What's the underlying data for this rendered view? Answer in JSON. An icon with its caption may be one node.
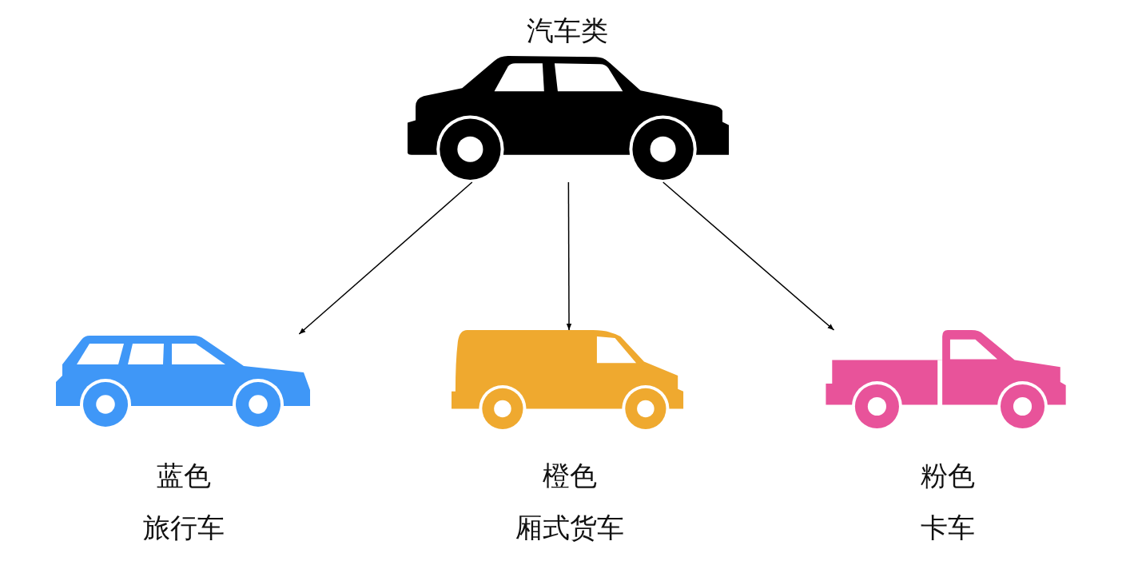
{
  "diagram": {
    "nodes": [
      {
        "text": [
          "汽车类"
        ]
      },
      {
        "text": [
          "蓝色",
          "旅行车"
        ]
      },
      {
        "text": [
          "橙色",
          "厢式货车"
        ]
      },
      {
        "text": [
          "粉色",
          "卡车"
        ]
      }
    ],
    "edges": [
      {
        "from": 0,
        "to": 1,
        "arrow": "to"
      },
      {
        "from": 0,
        "to": 2,
        "arrow": "to"
      },
      {
        "from": 0,
        "to": 3,
        "arrow": "to"
      }
    ]
  }
}
